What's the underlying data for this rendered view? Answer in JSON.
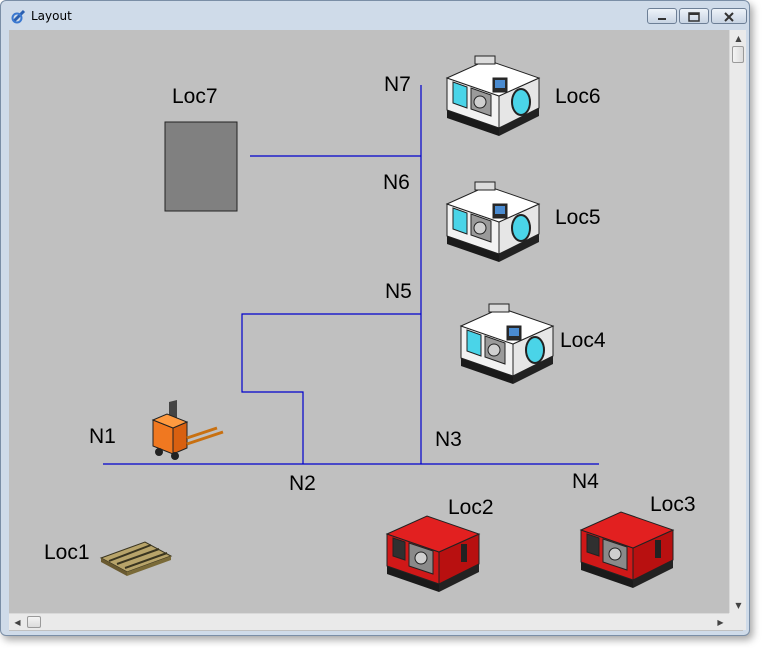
{
  "window": {
    "title": "Layout"
  },
  "nodes": [
    "N1",
    "N2",
    "N3",
    "N4",
    "N5",
    "N6",
    "N7"
  ],
  "locations": [
    "Loc1",
    "Loc2",
    "Loc3",
    "Loc4",
    "Loc5",
    "Loc6",
    "Loc7"
  ],
  "colors": {
    "canvas_bg": "#c0c0c0",
    "path_line": "#0000cc",
    "machine_white": "#f2f2f2",
    "machine_red": "#d01818",
    "storage_box": "#808080",
    "forklift": "#f07820"
  },
  "icons": {
    "window": "layout-app-icon",
    "lathe_white": "cnc-lathe-white-icon",
    "lathe_red": "cnc-lathe-red-icon",
    "pallet": "pallet-icon",
    "forklift": "forklift-agv-icon"
  }
}
